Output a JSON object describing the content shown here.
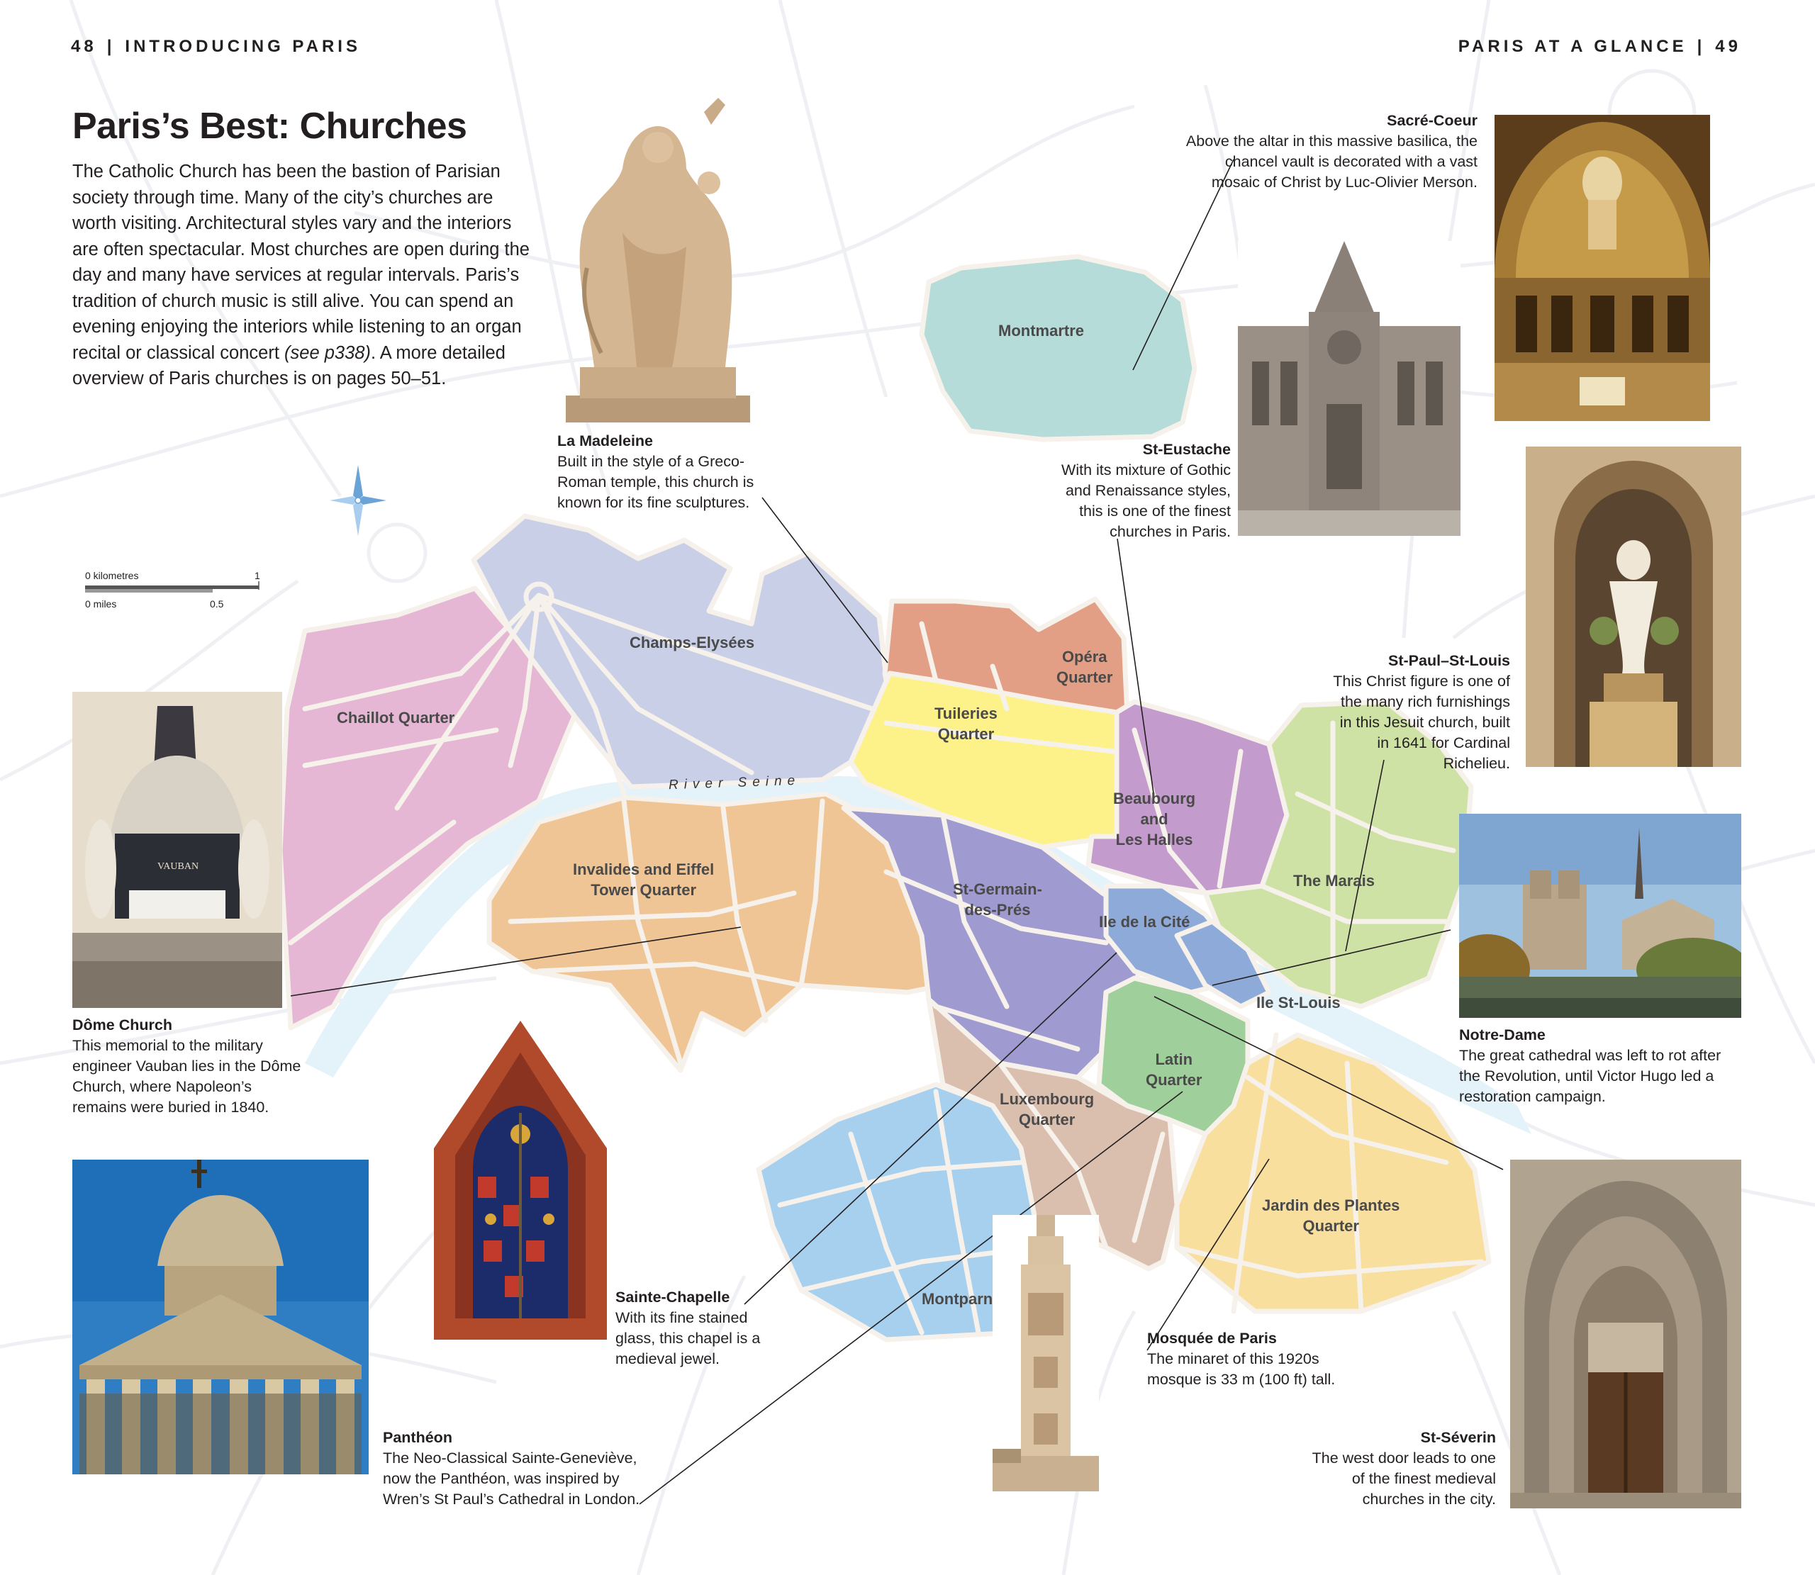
{
  "header": {
    "left_page_number": "48",
    "left_section": "INTRODUCING PARIS",
    "right_section": "PARIS AT A GLANCE",
    "right_page_number": "49"
  },
  "title": "Paris’s Best: Churches",
  "intro": {
    "text_before_ref": "The Catholic Church has been the bastion of Parisian society through time. Many of the city’s churches are worth visiting. Architectural styles vary and the interiors are often spectacular. Most churches are open during the day and many have services at regular intervals. Paris’s tradition of church music is still alive. You can spend an evening enjoying the interiors while listening to an organ recital or classical concert ",
    "ref": "(see p338)",
    "text_after_ref": ". A more detailed overview of Paris churches is on pages 50–51."
  },
  "scale_bar": {
    "km_start": "0 kilometres",
    "km_end": "1",
    "mi_start": "0 miles",
    "mi_end": "0.5"
  },
  "river_label": "River Seine",
  "quarters": {
    "montmartre": "Montmartre",
    "champs": "Champs-Elysées",
    "chaillot": "Chaillot Quarter",
    "opera_1": "Opéra",
    "opera_2": "Quarter",
    "tuileries_1": "Tuileries",
    "tuileries_2": "Quarter",
    "beaubourg_1": "Beaubourg",
    "beaubourg_2": "and",
    "beaubourg_3": "Les Halles",
    "marais": "The Marais",
    "invalides_1": "Invalides and Eiffel",
    "invalides_2": "Tower Quarter",
    "stgermain_1": "St-Germain-",
    "stgermain_2": "des-Prés",
    "cite": "Ile de la Cité",
    "stlouis": "Ile St-Louis",
    "latin_1": "Latin",
    "latin_2": "Quarter",
    "luxembourg_1": "Luxembourg",
    "luxembourg_2": "Quarter",
    "jardin_1": "Jardin des Plantes",
    "jardin_2": "Quarter",
    "montparnasse": "Montparnasse"
  },
  "churches": {
    "madeleine": {
      "name": "La Madeleine",
      "desc": "Built in the style of a Greco-Roman temple, this church is known for its fine sculptures."
    },
    "sacre_coeur": {
      "name": "Sacré-Coeur",
      "desc": "Above the altar in this massive basilica, the chancel vault is decorated with a vast mosaic of Christ by Luc-Olivier Merson."
    },
    "st_eustache": {
      "name": "St-Eustache",
      "desc": "With its mixture of Gothic and Renaissance styles, this is one of the finest churches in Paris."
    },
    "st_paul": {
      "name": "St-Paul–St-Louis",
      "desc": "This Christ figure is one of the many rich furnishings in this Jesuit church, built in 1641 for Cardinal Richelieu."
    },
    "dome": {
      "name": "Dôme Church",
      "desc": "This memorial to the military engineer Vauban lies in the Dôme Church, where Napoleon’s remains were buried in 1840."
    },
    "notre_dame": {
      "name": "Notre-Dame",
      "desc": "The great cathedral was left to rot after the Revolution, until Victor Hugo led a restoration campaign."
    },
    "sainte_chapelle": {
      "name": "Sainte-Chapelle",
      "desc": "With its fine stained glass, this chapel is a medieval jewel."
    },
    "mosquee": {
      "name": "Mosquée de Paris",
      "desc": "The minaret of this 1920s mosque is 33 m (100 ft) tall."
    },
    "pantheon": {
      "name": "Panthéon",
      "desc": "The Neo-Classical Sainte-Geneviève, now the Panthéon, was inspired by Wren’s St Paul’s Cathedral in London."
    },
    "st_severin": {
      "name": "St-Séverin",
      "desc": "The west door leads to one of the finest medieval churches in the city."
    }
  },
  "photo_labels": {
    "vauban": "VAUBAN"
  },
  "colors": {
    "montmartre": "#b5dcd8",
    "champs": "#c9cfe7",
    "chaillot": "#e5b7d4",
    "opera": "#e29f86",
    "tuileries": "#fdf28a",
    "beaubourg": "#c49bcd",
    "marais": "#cde2a4",
    "invalides": "#f0c596",
    "stgermain": "#9f9ad0",
    "cite": "#8eaad8",
    "latin": "#9fcf9a",
    "luxembourg": "#dbbfae",
    "jardin": "#f8df9e",
    "montparnasse": "#a7d0ef",
    "river": "#e4f2fa",
    "street": "#f6f1ea"
  },
  "icons": {
    "compass": "compass-rose-icon"
  }
}
